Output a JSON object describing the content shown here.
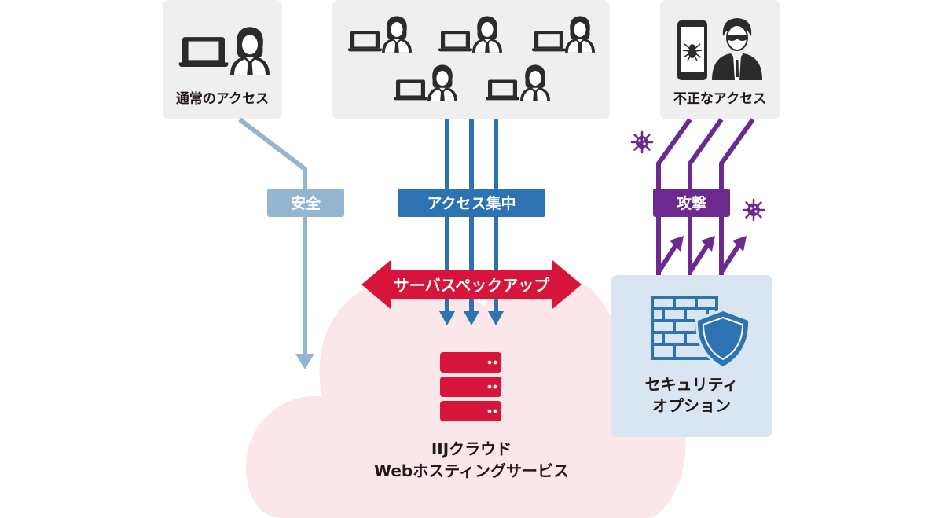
{
  "source_boxes": {
    "normal": {
      "label": "通常のアクセス"
    },
    "concentrated": {
      "label": ""
    },
    "malicious": {
      "label": "不正なアクセス"
    }
  },
  "flows": {
    "safe": {
      "label": "安全",
      "color": "#93b5d0"
    },
    "concentrated": {
      "label": "アクセス集中",
      "color": "#2d73b2"
    },
    "attack": {
      "label": "攻撃",
      "color": "#6d2a8e"
    }
  },
  "spec_up": {
    "label": "サーバスペックアップ",
    "color": "#d7143a"
  },
  "cloud": {
    "line1": "IIJクラウド",
    "line2": "Webホスティングサービス",
    "color": "#fbe6ea"
  },
  "security": {
    "line1": "セキュリティ",
    "line2": "オプション",
    "color": "#d9e6f1"
  },
  "colors": {
    "box_bg": "#efefef",
    "text": "#231815",
    "icon": "#2b2b2b"
  },
  "icons": [
    "laptop-icon",
    "user-icon",
    "spider-icon",
    "virus-icon",
    "server-icon",
    "firewall-icon",
    "shield-icon"
  ]
}
